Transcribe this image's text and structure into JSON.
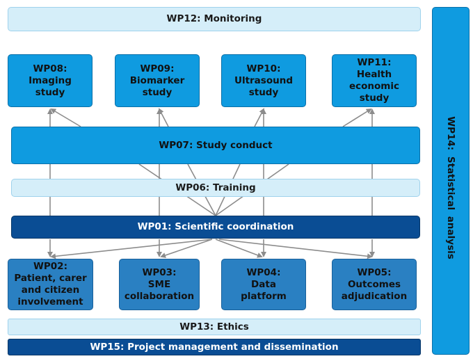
{
  "boxes": {
    "wp12": "WP12: Monitoring",
    "wp08": "WP08:\nImaging\nstudy",
    "wp09": "WP09:\nBiomarker\nstudy",
    "wp10": "WP10:\nUltrasound\nstudy",
    "wp11": "WP11:\nHealth\neconomic\nstudy",
    "wp07": "WP07: Study conduct",
    "wp06": "WP06: Training",
    "wp01": "WP01: Scientific  coordination",
    "wp02": "WP02:\nPatient,  carer\nand citizen\ninvolvement",
    "wp03": "WP03:\nSME\ncollaboration",
    "wp04": "WP04:\nData\nplatform",
    "wp05": "WP05:\nOutcomes\nadjudication",
    "wp13": "WP13: Ethics",
    "wp15": "WP15: Project management  and dissemination",
    "wp14": "WP14:  Statistical  analysis"
  },
  "colors": {
    "light": "#d5eef9",
    "mid": "#0f9be0",
    "dark": "#0a4d94",
    "steel": "#2a80c2",
    "arrow": "#8c8c8c"
  }
}
